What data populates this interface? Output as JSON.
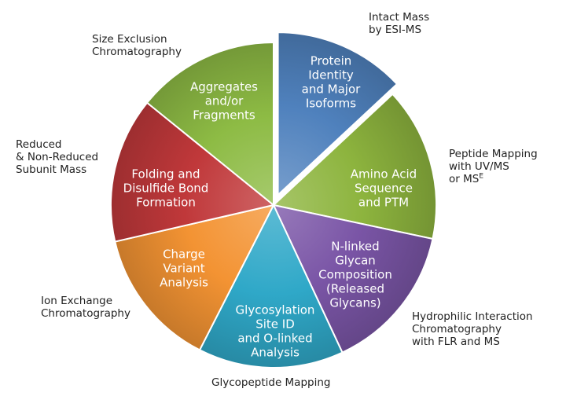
{
  "segments": [
    {
      "id": "protein-identity",
      "inner": [
        "Protein",
        "Identity",
        "and Major",
        "Isoforms"
      ],
      "outer": [
        "Intact Mass",
        "by ESI-MS"
      ],
      "color": "#4f81bd",
      "exploded": true
    },
    {
      "id": "amino-acid",
      "inner": [
        "Amino Acid",
        "Sequence",
        "and PTM"
      ],
      "outer": [
        "Peptide Mapping",
        "with UV/MS",
        "or MS"
      ],
      "outer_sup": "E",
      "color": "#8db43e"
    },
    {
      "id": "n-linked",
      "inner": [
        "N-linked",
        "Glycan",
        "Composition",
        "(Released",
        "Glycans)"
      ],
      "outer": [
        "Hydrophilic Interaction",
        "Chromatography",
        "with FLR and MS"
      ],
      "color": "#7a55a6"
    },
    {
      "id": "glycosylation",
      "inner": [
        "Glycosylation",
        "Site ID",
        "and O-linked",
        "Analysis"
      ],
      "outer": [
        "Glycopeptide Mapping"
      ],
      "color": "#2fa8c8"
    },
    {
      "id": "charge-variant",
      "inner": [
        "Charge",
        "Variant",
        "Analysis"
      ],
      "outer": [
        "Ion Exchange",
        "Chromatography"
      ],
      "color": "#f39333"
    },
    {
      "id": "folding",
      "inner": [
        "Folding and",
        "Disulfide Bond",
        "Formation"
      ],
      "outer": [
        "Reduced",
        "& Non-Reduced",
        "Subunit Mass"
      ],
      "color": "#c0383a"
    },
    {
      "id": "aggregates",
      "inner": [
        "Aggregates",
        "and/or",
        "Fragments"
      ],
      "outer": [
        "Size Exclusion",
        "Chromatography"
      ],
      "color": "#8dbb44"
    }
  ]
}
